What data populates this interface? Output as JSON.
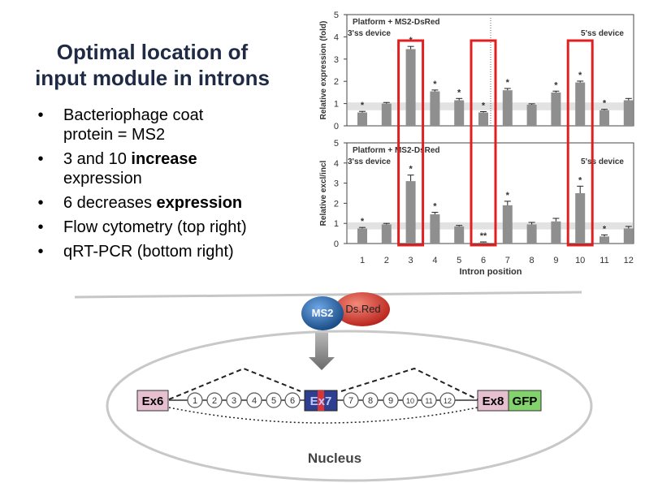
{
  "slide": {
    "title_line1": "Optimal location of",
    "title_line2": "input module in introns",
    "bullets": [
      {
        "pre": "Bacteriophage coat",
        "line2": "protein = MS2",
        "bold": "",
        "post": ""
      },
      {
        "pre": "3 and 10 ",
        "bold": "increase",
        "line2": "expression",
        "post": ""
      },
      {
        "pre": "6 decreases ",
        "bold": "expression",
        "line2": "",
        "post": ""
      },
      {
        "pre": "Flow cytometry (top right)",
        "bold": "",
        "line2": "",
        "post": ""
      },
      {
        "pre": "q",
        "bold": "",
        "line2": "",
        "post": "RT-PCR (bottom right)"
      }
    ]
  },
  "chart_data": [
    {
      "type": "bar",
      "title": "Platform + MS2-DsRed",
      "subtitle_left": "3'ss device",
      "subtitle_right": "5'ss device",
      "ylabel": "Relative expression (fold)",
      "ylim": [
        0,
        5
      ],
      "yticks": [
        "0",
        "1",
        "2",
        "3",
        "4",
        "5"
      ],
      "categories": [
        "1",
        "2",
        "3",
        "4",
        "5",
        "6",
        "7",
        "8",
        "9",
        "10",
        "11",
        "12"
      ],
      "values": [
        0.6,
        1.0,
        3.45,
        1.55,
        1.15,
        0.6,
        1.6,
        0.95,
        1.5,
        1.95,
        0.7,
        1.15
      ],
      "errors": [
        0.05,
        0.05,
        0.12,
        0.06,
        0.08,
        0.04,
        0.08,
        0.04,
        0.06,
        0.06,
        0.04,
        0.08
      ],
      "markers": [
        "*",
        "",
        "*",
        "*",
        "*",
        "*",
        "*",
        "",
        "*",
        "*",
        "*",
        ""
      ]
    },
    {
      "type": "bar",
      "title": "Platform + MS2-DsRed",
      "subtitle_left": "3'ss device",
      "subtitle_right": "5'ss device",
      "ylabel": "Relative excl/incl",
      "xlabel": "Intron position",
      "ylim": [
        0,
        5
      ],
      "yticks": [
        "0",
        "1",
        "2",
        "3",
        "4",
        "5"
      ],
      "categories": [
        "1",
        "2",
        "3",
        "4",
        "5",
        "6",
        "7",
        "8",
        "9",
        "10",
        "11",
        "12"
      ],
      "values": [
        0.75,
        0.95,
        3.1,
        1.45,
        0.85,
        0.05,
        1.9,
        0.95,
        1.1,
        2.5,
        0.35,
        0.75
      ],
      "errors": [
        0.05,
        0.05,
        0.3,
        0.1,
        0.05,
        0.03,
        0.2,
        0.1,
        0.15,
        0.35,
        0.08,
        0.1
      ],
      "markers": [
        "*",
        "",
        "*",
        "*",
        "",
        "**",
        "*",
        "",
        "",
        "*",
        "*",
        ""
      ]
    }
  ],
  "diagram": {
    "ms2": "MS2",
    "dsred": "Ds.Red",
    "exon_left": "Ex6",
    "exon_mid": "Ex7",
    "exon_right": "Ex8",
    "gfp": "GFP",
    "introns": [
      "1",
      "2",
      "3",
      "4",
      "5",
      "6",
      "7",
      "8",
      "9",
      "10",
      "11",
      "12"
    ],
    "nucleus": "Nucleus",
    "colors": {
      "exon": "#d8a9c0",
      "exon_mid": "#2e3f8f",
      "gfp": "#7fd36a",
      "ms2": "#1f63b0",
      "dsred": "#d9352b",
      "highlight": "#e02020"
    }
  }
}
